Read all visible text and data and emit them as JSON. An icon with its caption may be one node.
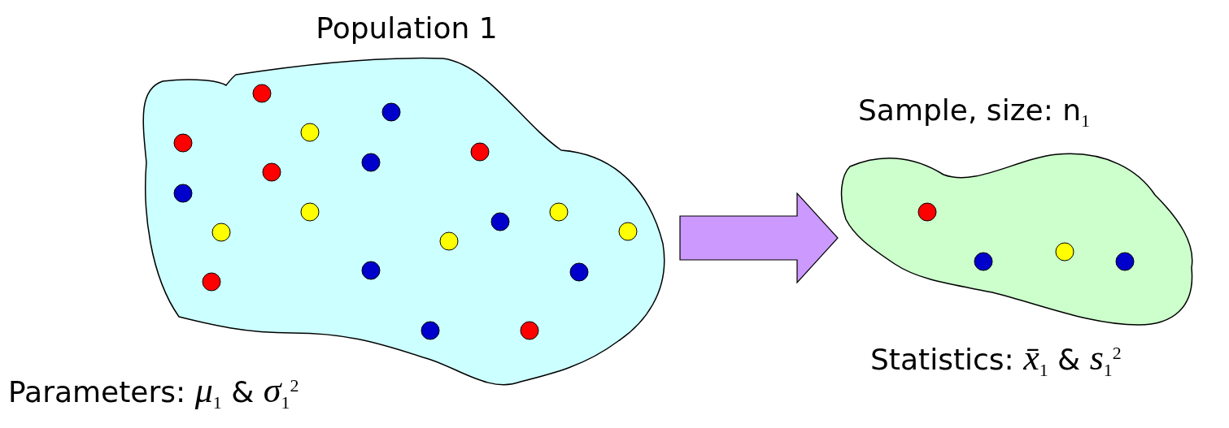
{
  "diagram": {
    "nodes": [
      {
        "text": [
          "Population 1"
        ],
        "beside": [
          "Parameters: *μ*$_{1}$ & *σ*$_{1}$$^{2}$"
        ]
      },
      {
        "text": [
          "Sample, size: n$_{1}$"
        ],
        "beside": [
          "Statistics: *x̄*$_{1}$ & *s*$_{1}$$^{2}$"
        ]
      }
    ],
    "edges": [
      {
        "from": 0,
        "to": 1,
        "arrow": "to"
      }
    ]
  }
}
